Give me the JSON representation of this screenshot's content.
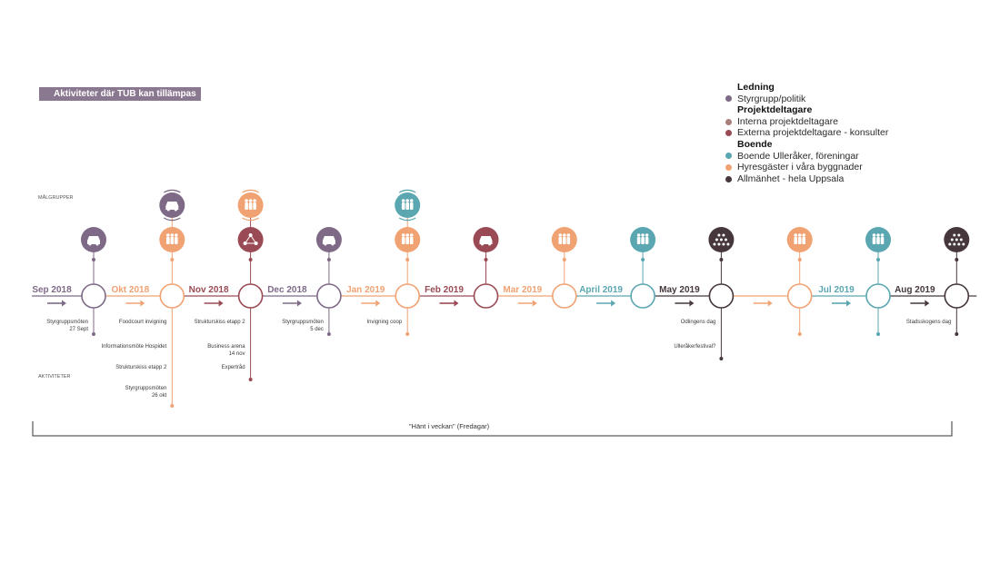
{
  "title": "Aktiviteter där TUB kan tillämpas",
  "labels": {
    "malgrupper": "MÅLGRUPPER",
    "aktiviteter": "AKTIVITETER"
  },
  "colors": {
    "ledning": "#7e6a86",
    "intern": "#a97f7c",
    "extern": "#9a4a54",
    "boende": "#5aa6b1",
    "hyres": "#f0a272",
    "allman": "#45373b"
  },
  "legend": [
    {
      "type": "header",
      "text": "Ledning"
    },
    {
      "type": "item",
      "text": "Styrgrupp/politik",
      "color": "#7e6a86"
    },
    {
      "type": "header",
      "text": "Projektdeltagare"
    },
    {
      "type": "item",
      "text": "Interna projektdeltagare",
      "color": "#a97f7c"
    },
    {
      "type": "item",
      "text": "Externa projektdeltagare - konsulter",
      "color": "#9a4a54"
    },
    {
      "type": "header",
      "text": "Boende"
    },
    {
      "type": "item",
      "text": "Boende Ulleråker, föreningar",
      "color": "#5aa6b1"
    },
    {
      "type": "item",
      "text": "Hyresgäster i våra byggnader",
      "color": "#f0a272"
    },
    {
      "type": "item",
      "text": "Allmänhet - hela Uppsala",
      "color": "#45373b"
    }
  ],
  "months": [
    {
      "label": "Sep 2018",
      "color": "#7e6a86",
      "icons": [
        {
          "color": "#7e6a86",
          "icon": "car-icon",
          "arrows": false
        }
      ],
      "activities": [
        "Styrgruppsmöten\n27 Sept"
      ]
    },
    {
      "label": "Okt 2018",
      "color": "#f0a272",
      "icons": [
        {
          "color": "#f0a272",
          "icon": "people-icon",
          "arrows": false
        },
        {
          "color": "#7e6a86",
          "icon": "car-icon",
          "arrows": true
        }
      ],
      "activities": [
        "Foodcourt invigning",
        "Informationsmöte Hospidet",
        "Strukturskiss etapp 2",
        "Styrgruppsmöten\n26 okt"
      ]
    },
    {
      "label": "Nov 2018",
      "color": "#9a4a54",
      "icons": [
        {
          "color": "#9a4a54",
          "icon": "network-icon",
          "arrows": false
        },
        {
          "color": "#f0a272",
          "icon": "people-icon",
          "arrows": true
        }
      ],
      "activities": [
        "Strukturskiss etapp 2",
        "Business arena\n14 nov",
        "Expertråd"
      ]
    },
    {
      "label": "Dec 2018",
      "color": "#7e6a86",
      "icons": [
        {
          "color": "#7e6a86",
          "icon": "car-icon",
          "arrows": false
        }
      ],
      "activities": [
        "Styrgruppsmöten\n5 dec"
      ]
    },
    {
      "label": "Jan 2019",
      "color": "#f0a272",
      "icons": [
        {
          "color": "#f0a272",
          "icon": "people-icon",
          "arrows": false
        },
        {
          "color": "#5aa6b1",
          "icon": "people-icon",
          "arrows": true
        }
      ],
      "activities": [
        "Invigning coop"
      ]
    },
    {
      "label": "Feb 2019",
      "color": "#9a4a54",
      "icons": [
        {
          "color": "#9a4a54",
          "icon": "car-icon",
          "arrows": false
        }
      ],
      "activities": []
    },
    {
      "label": "Mar 2019",
      "color": "#f0a272",
      "icons": [
        {
          "color": "#f0a272",
          "icon": "people-icon",
          "arrows": false
        }
      ],
      "activities": []
    },
    {
      "label": "April 2019",
      "color": "#5aa6b1",
      "icons": [
        {
          "color": "#5aa6b1",
          "icon": "people-icon",
          "arrows": false
        }
      ],
      "activities": []
    },
    {
      "label": "May 2019",
      "color": "#45373b",
      "icons": [
        {
          "color": "#45373b",
          "icon": "crowd-icon",
          "arrows": false
        }
      ],
      "activities": [
        "Odlingens dag",
        "Ulleråkerfestival?"
      ]
    },
    {
      "label": "",
      "color": "#f0a272",
      "icons": [
        {
          "color": "#f0a272",
          "icon": "people-icon",
          "arrows": false
        }
      ],
      "activities": [
        ""
      ]
    },
    {
      "label": "Jul 2019",
      "color": "#5aa6b1",
      "icons": [
        {
          "color": "#5aa6b1",
          "icon": "people-icon",
          "arrows": false
        }
      ],
      "activities": [
        ""
      ]
    },
    {
      "label": "Aug 2019",
      "color": "#45373b",
      "icons": [
        {
          "color": "#45373b",
          "icon": "crowd-icon",
          "arrows": false
        }
      ],
      "activities": [
        "Stadsskogens dag"
      ]
    }
  ],
  "bracket_text": "\"Hänt i veckan\" (Fredagar)"
}
